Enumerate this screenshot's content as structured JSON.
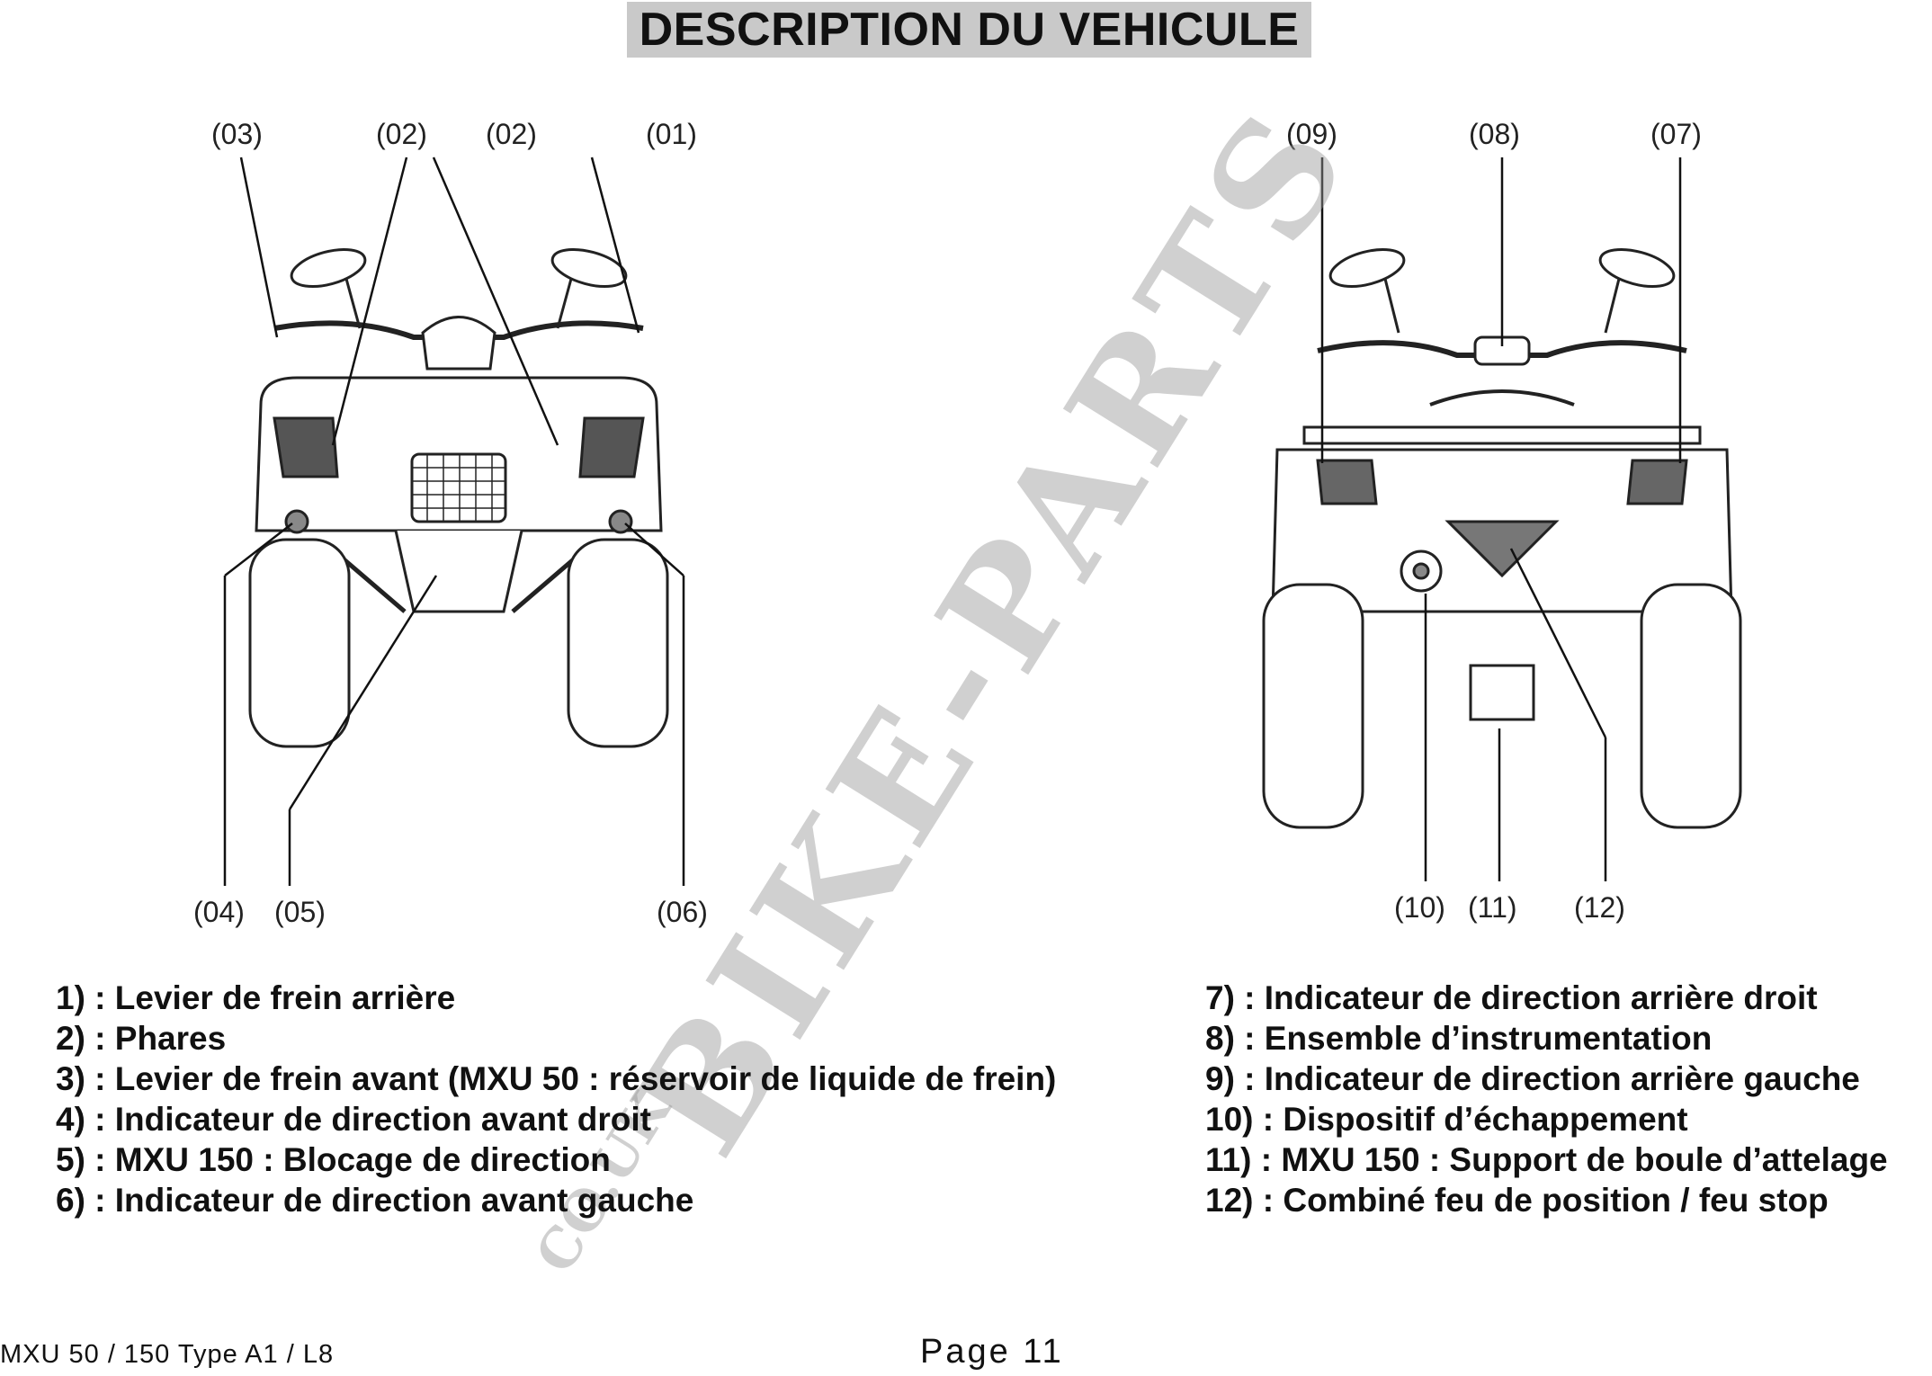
{
  "title": "DESCRIPTION DU VEHICULE",
  "front_view": {
    "callouts_top": [
      "(03)",
      "(02)",
      "(02)",
      "(01)"
    ],
    "callouts_bottom": [
      "(04)",
      "(05)",
      "(06)"
    ]
  },
  "rear_view": {
    "callouts_top": [
      "(09)",
      "(08)",
      "(07)"
    ],
    "callouts_bottom": [
      "(10)",
      "(11)",
      "(12)"
    ]
  },
  "legend_left": [
    "1) : Levier de frein arrière",
    "2) : Phares",
    "3) : Levier de frein avant (MXU 50 : réservoir de liquide de frein)",
    "4) : Indicateur de direction avant droit",
    "5) : MXU 150 : Blocage de direction",
    "6) : Indicateur de direction avant gauche"
  ],
  "legend_right": [
    "7) : Indicateur de direction arrière droit",
    "8) : Ensemble d’instrumentation",
    "9) : Indicateur de direction arrière gauche",
    "10) : Dispositif d’échappement",
    "11) : MXU 150 : Support de boule d’attelage",
    "12) : Combiné feu de position / feu stop"
  ],
  "watermark": "BIKE-PARTS",
  "watermark_sub": "CO.UK",
  "footer": {
    "model": "MXU 50 / 150  Type A1 / L8",
    "page": "Page 11"
  }
}
